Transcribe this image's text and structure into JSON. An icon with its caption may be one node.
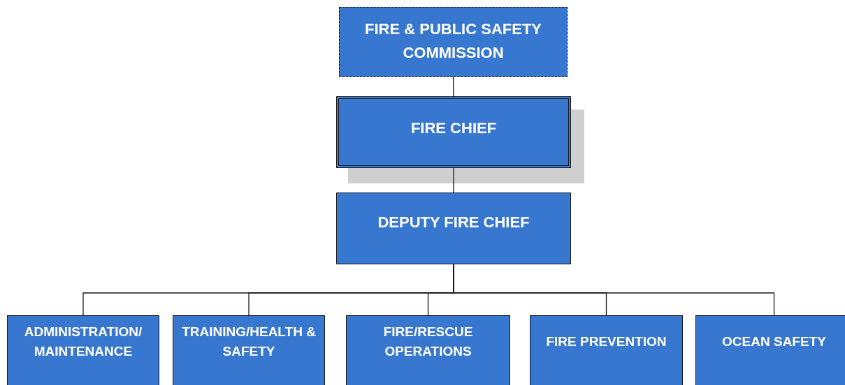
{
  "diagram": {
    "nodes": [
      {
        "text": [
          "FIRE & PUBLIC SAFETY COMMISSION"
        ]
      },
      {
        "text": [
          "FIRE CHIEF"
        ]
      },
      {
        "text": [
          "DEPUTY FIRE CHIEF"
        ]
      },
      {
        "text": [
          "ADMINISTRATION/ MAINTENANCE"
        ]
      },
      {
        "text": [
          "TRAINING/HEALTH & SAFETY"
        ]
      },
      {
        "text": [
          "FIRE/RESCUE OPERATIONS"
        ]
      },
      {
        "text": [
          "FIRE PREVENTION"
        ]
      },
      {
        "text": [
          "OCEAN SAFETY"
        ]
      }
    ],
    "edges": [
      {
        "from": 0,
        "to": 1,
        "arrow": "none"
      },
      {
        "from": 1,
        "to": 2,
        "arrow": "none"
      },
      {
        "from": 2,
        "to": 3,
        "arrow": "none"
      },
      {
        "from": 2,
        "to": 4,
        "arrow": "none"
      },
      {
        "from": 2,
        "to": 5,
        "arrow": "none"
      },
      {
        "from": 2,
        "to": 6,
        "arrow": "none"
      },
      {
        "from": 2,
        "to": 7,
        "arrow": "none"
      }
    ]
  }
}
